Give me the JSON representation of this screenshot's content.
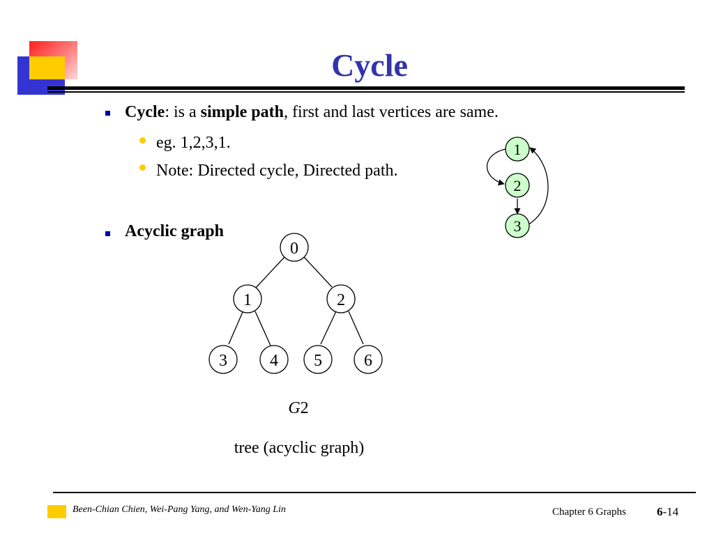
{
  "slide": {
    "title": "Cycle",
    "bullet1": {
      "term": "Cycle",
      "part1": ": is a ",
      "term2": "simple path",
      "part2": ", first and last vertices are same."
    },
    "sub1": "eg. 1,2,3,1.",
    "sub2": "Note: Directed cycle, Directed path.",
    "bullet2": "Acyclic graph"
  },
  "cycle_graph": {
    "node_fill": "#ccffcc",
    "nodes": [
      "1",
      "2",
      "3"
    ]
  },
  "tree_graph": {
    "nodes": [
      "0",
      "1",
      "2",
      "3",
      "4",
      "5",
      "6"
    ],
    "label_g": "G",
    "label_num": "2",
    "caption": "tree (acyclic graph)"
  },
  "footer": {
    "authors": "Been-Chian Chien, Wei-Pang Yang, and Wen-Yang Lin",
    "chapter": "Chapter 6 Graphs",
    "page_major": "6",
    "page_minor": "-14"
  }
}
